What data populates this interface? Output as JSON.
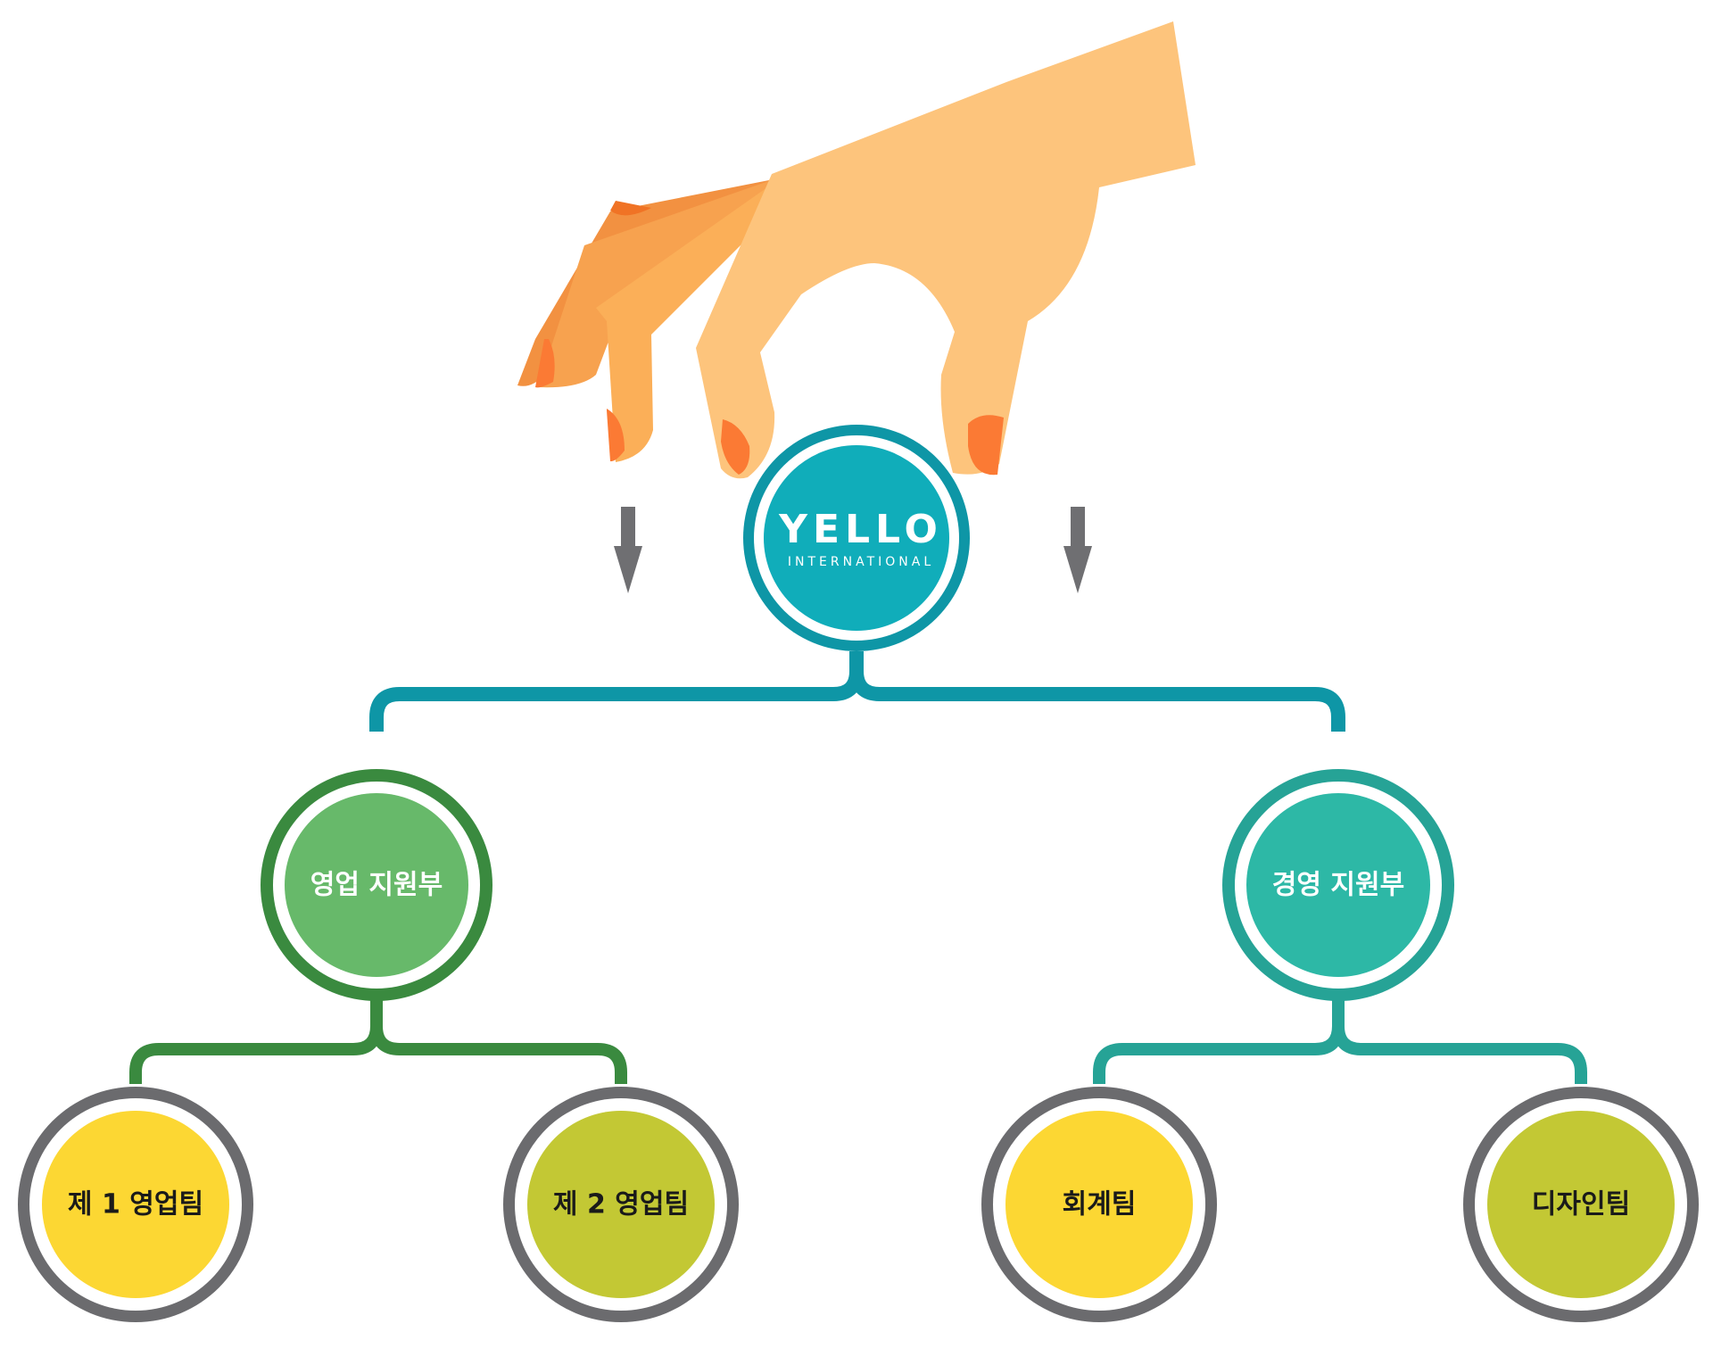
{
  "logo": {
    "name": "YELLO",
    "subtitle": "INTERNATIONAL"
  },
  "divisions": [
    {
      "label": "영업 지원부"
    },
    {
      "label": "경영 지원부"
    }
  ],
  "teams": [
    {
      "label": "제 1 영업팀"
    },
    {
      "label": "제 2 영업팀"
    },
    {
      "label": "회계팀"
    },
    {
      "label": "디자인팀"
    }
  ],
  "colors": {
    "root_ring": "#0e96a6",
    "root_fill": "#10adba",
    "sales_ring": "#3a8a3f",
    "sales_fill": "#67b96a",
    "mgmt_ring": "#26a396",
    "mgmt_fill": "#2db8a6",
    "team_ring": "#6b6b6e",
    "team_yellow": "#fcd733",
    "team_olive": "#c3c834",
    "arrow": "#6f6f72",
    "skin_light": "#fdc47c",
    "skin_mid": "#f9a959",
    "skin_dark": "#f29141",
    "nail": "#fb7a34"
  }
}
